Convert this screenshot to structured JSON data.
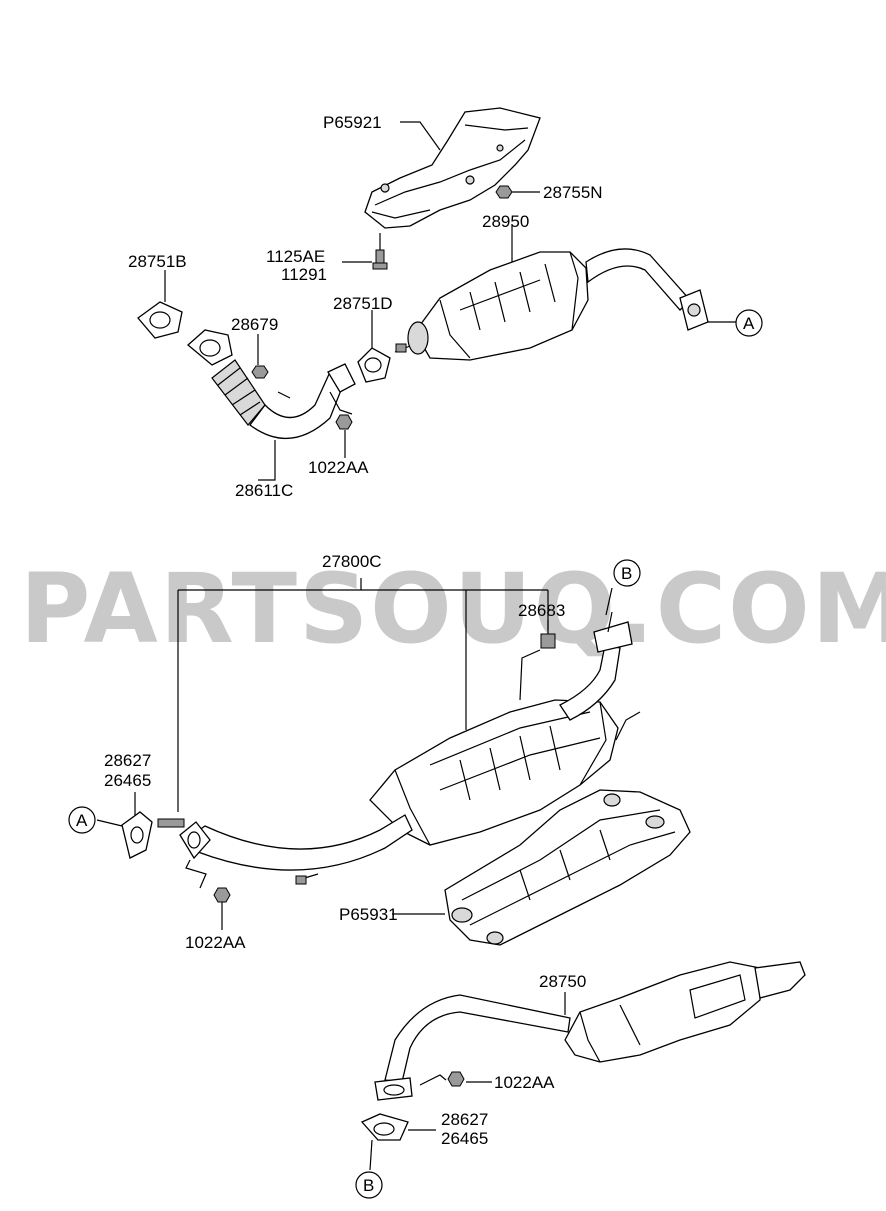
{
  "watermark": "PARTSOUQ.COM",
  "upper_assembly": {
    "heat_shield_upper": "P65921",
    "nut_shield": "28755N",
    "bolt_1": "1125AE",
    "bolt_2": "11291",
    "catalytic_converter": "28950",
    "gasket_front": "28751B",
    "nut_small": "28679",
    "gasket_mid": "28751D",
    "nut_flange": "1022AA",
    "front_pipe": "28611C",
    "connector_a": "A"
  },
  "lower_assembly": {
    "center_muffler_assy": "27800C",
    "hanger_rubber": "28683",
    "connector_b_top": "B",
    "gasket_left_1": "28627",
    "gasket_left_2": "26465",
    "connector_a": "A",
    "nut_left": "1022AA",
    "heat_shield_lower": "P65931",
    "rear_muffler": "28750",
    "nut_rear": "1022AA",
    "gasket_rear_1": "28627",
    "gasket_rear_2": "26465",
    "connector_b_bottom": "B"
  }
}
